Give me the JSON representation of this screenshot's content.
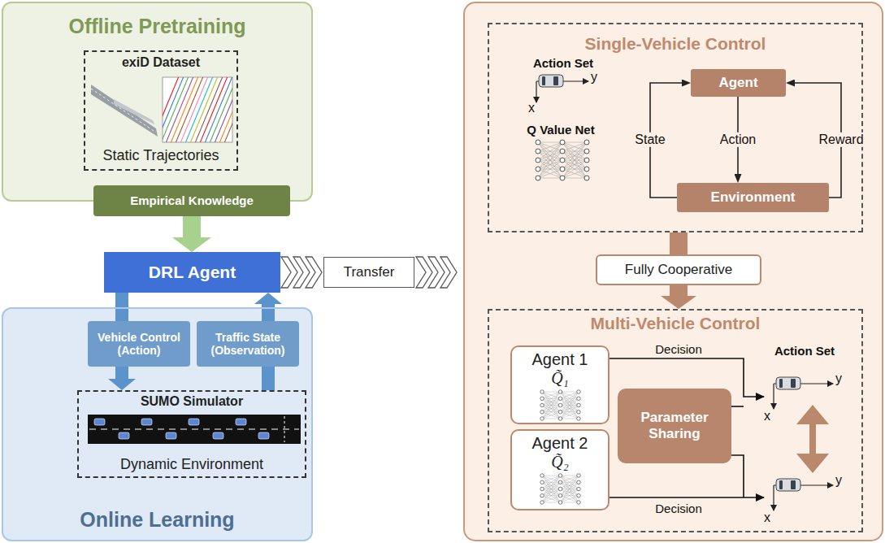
{
  "diagram": {
    "nodes": [
      {
        "text": [
          "Offline Pretraining"
        ]
      },
      {
        "text": [
          "exiD Dataset",
          "Static Trajectories"
        ],
        "in": 0
      },
      {
        "text": [
          "Empirical Knowledge"
        ],
        "in": 0
      },
      {
        "text": [
          "DRL Agent"
        ]
      },
      {
        "text": [
          "Online Learning"
        ]
      },
      {
        "text": [
          "Vehicle Control (Action)"
        ],
        "in": 4
      },
      {
        "text": [
          "Traffic State (Observation)"
        ],
        "in": 4
      },
      {
        "text": [
          "SUMO Simulator",
          "Dynamic Environment"
        ],
        "in": 4
      },
      {
        "text": [
          "Transfer"
        ]
      },
      {
        "text": [
          "Single-Vehicle Control"
        ]
      },
      {
        "text": [
          "Agent"
        ],
        "in": 9
      },
      {
        "text": [
          "Environment"
        ],
        "in": 9
      },
      {
        "text": [
          "Fully Cooperative"
        ]
      },
      {
        "text": [
          "Multi-Vehicle Control"
        ]
      },
      {
        "text": [
          "Agent 1",
          "Q̃₁"
        ],
        "in": 13
      },
      {
        "text": [
          "Agent 2",
          "Q̃₂"
        ],
        "in": 13
      },
      {
        "text": [
          "Parameter Sharing"
        ],
        "in": 13
      }
    ],
    "edges": [
      {
        "from": 2,
        "to": 3,
        "arrow": "to"
      },
      {
        "from": 3,
        "to": 5,
        "arrow": "none"
      },
      {
        "from": 5,
        "to": 7,
        "arrow": "to"
      },
      {
        "from": 7,
        "to": 6,
        "arrow": "none"
      },
      {
        "from": 6,
        "to": 3,
        "arrow": "to"
      },
      {
        "from": 10,
        "to": 11,
        "label": "Action",
        "arrow": "to"
      },
      {
        "from": 11,
        "to": 10,
        "label": "State",
        "arrow": "to"
      },
      {
        "from": 11,
        "to": 10,
        "label": "Reward",
        "arrow": "to"
      },
      {
        "from": 9,
        "to": 12,
        "arrow": "none"
      },
      {
        "from": 12,
        "to": 13,
        "arrow": "to"
      }
    ],
    "labels": [
      "Action Set",
      "y",
      "x",
      "Q Value Net",
      "Decision",
      "Decision",
      "Action Set",
      "y",
      "x",
      "y",
      "x"
    ]
  }
}
